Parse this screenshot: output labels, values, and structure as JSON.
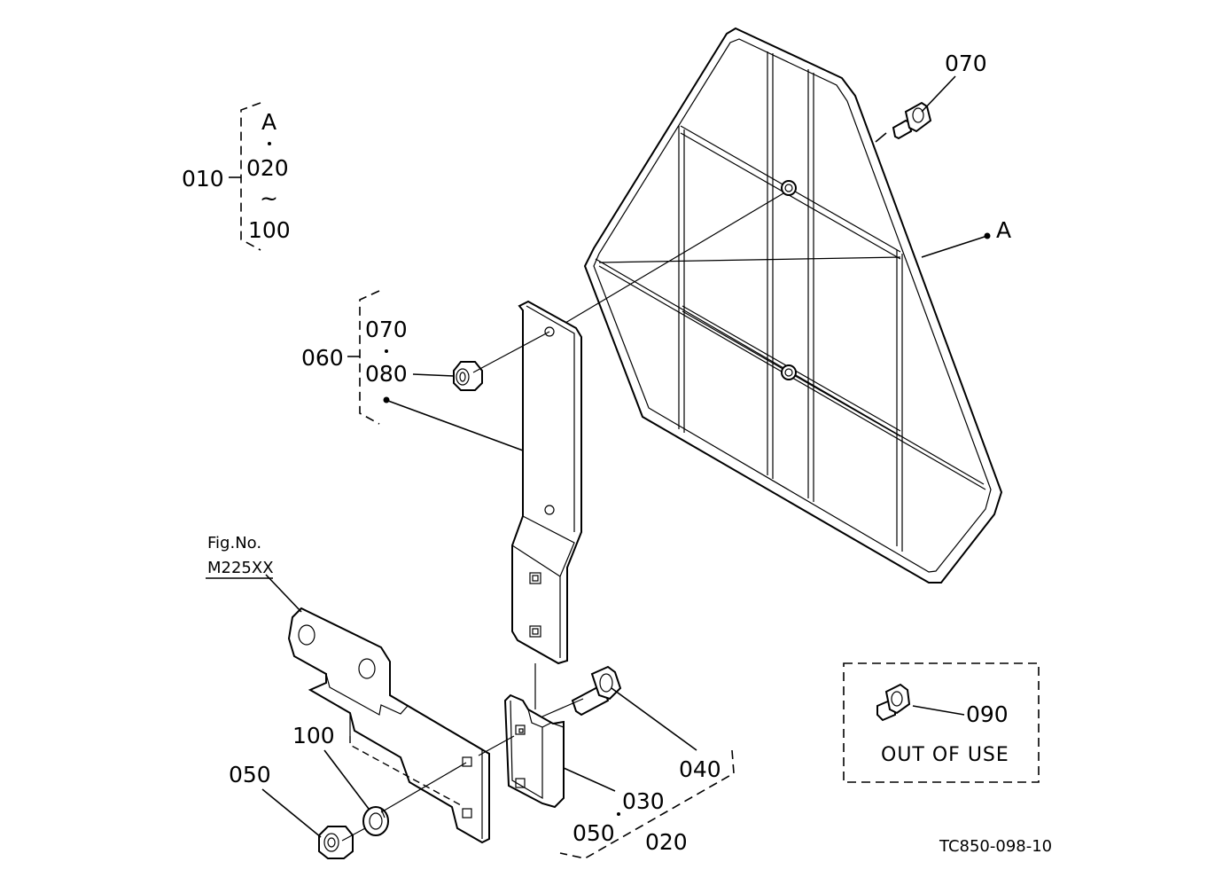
{
  "labels": {
    "p010": "010",
    "groupA_a": "A",
    "groupA_020": "020",
    "groupA_tilde": "~",
    "groupA_100": "100",
    "p060": "060",
    "group060_070": "070",
    "group060_080": "080",
    "p070_top": "070",
    "callout_A": "A",
    "fig_no": "Fig.No.",
    "fig_ref": "M225XX",
    "p100": "100",
    "p050": "050",
    "p040": "040",
    "p030": "030",
    "p050b": "050",
    "p020": "020",
    "p090": "090",
    "out_of_use": "OUT OF USE",
    "drawing_code": "TC850-098-10"
  },
  "icons": [
    "bolt-icon",
    "nut-icon",
    "spring-washer-icon",
    "reflector-plate-icon",
    "bracket-icon",
    "clamp-icon"
  ]
}
